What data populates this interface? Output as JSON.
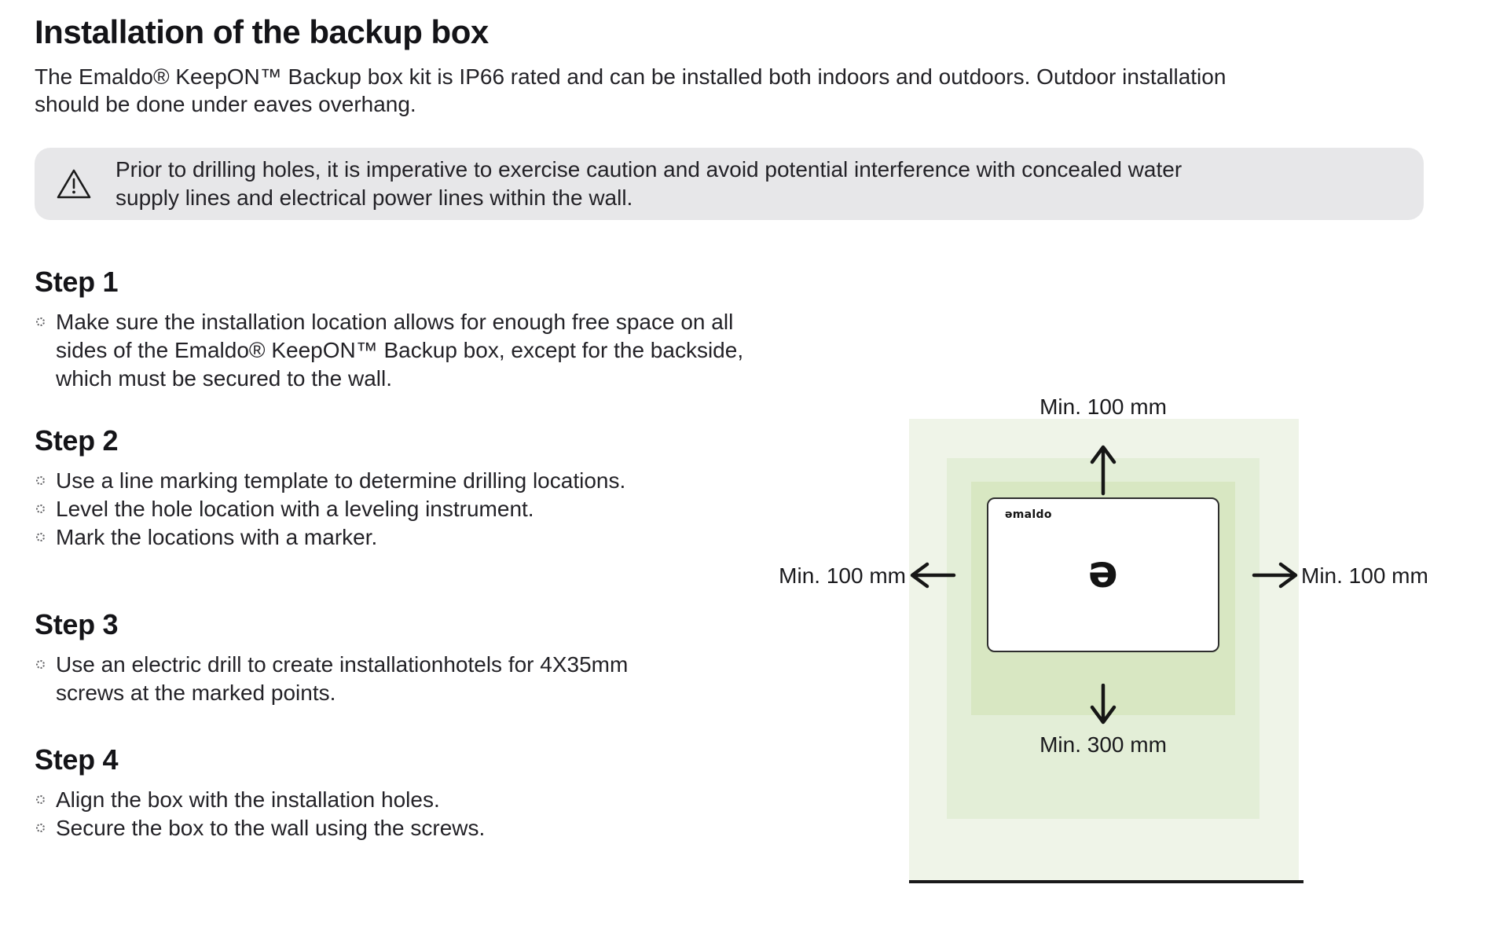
{
  "page": {
    "title": "Installation of the backup box",
    "intro": "The Emaldo® KeepON™ Backup box kit is IP66 rated and can be installed both indoors and outdoors. Outdoor installation\nshould be done under eaves overhang.",
    "warning": {
      "icon": "warning-triangle-icon",
      "text": "Prior to drilling holes, it is imperative to exercise caution and avoid potential interference with concealed water\nsupply lines and electrical power lines within the wall."
    },
    "steps": [
      {
        "heading": "Step 1",
        "bullets": [
          "Make sure the installation location allows for enough free space on all\nsides of the Emaldo® KeepON™ Backup box, except for the backside,\nwhich must be secured to the wall."
        ]
      },
      {
        "heading": "Step 2",
        "bullets": [
          "Use a line marking template to determine drilling locations.",
          "Level the hole location with a leveling instrument.",
          "Mark the locations with a marker."
        ]
      },
      {
        "heading": "Step 3",
        "bullets": [
          "Use an electric drill to create installationhotels for 4X35mm\nscrews at the marked points."
        ]
      },
      {
        "heading": "Step 4",
        "bullets": [
          "Align the box with the installation holes.",
          "Secure the box to the wall using the screws."
        ]
      }
    ],
    "diagram": {
      "labels": {
        "top": "Min. 100 mm",
        "left": "Min. 100 mm",
        "right": "Min. 100 mm",
        "bottom": "Min. 300 mm"
      },
      "device": {
        "wordmark": "ǝmaldo",
        "logo_mark": "ǝ"
      },
      "colors": {
        "zone_outer": "#eff4e8",
        "zone_middle": "#e3eed7",
        "zone_inner": "#d8e7c2",
        "warning_bg": "#e7e7e9",
        "line": "#1a1a1a"
      }
    }
  }
}
